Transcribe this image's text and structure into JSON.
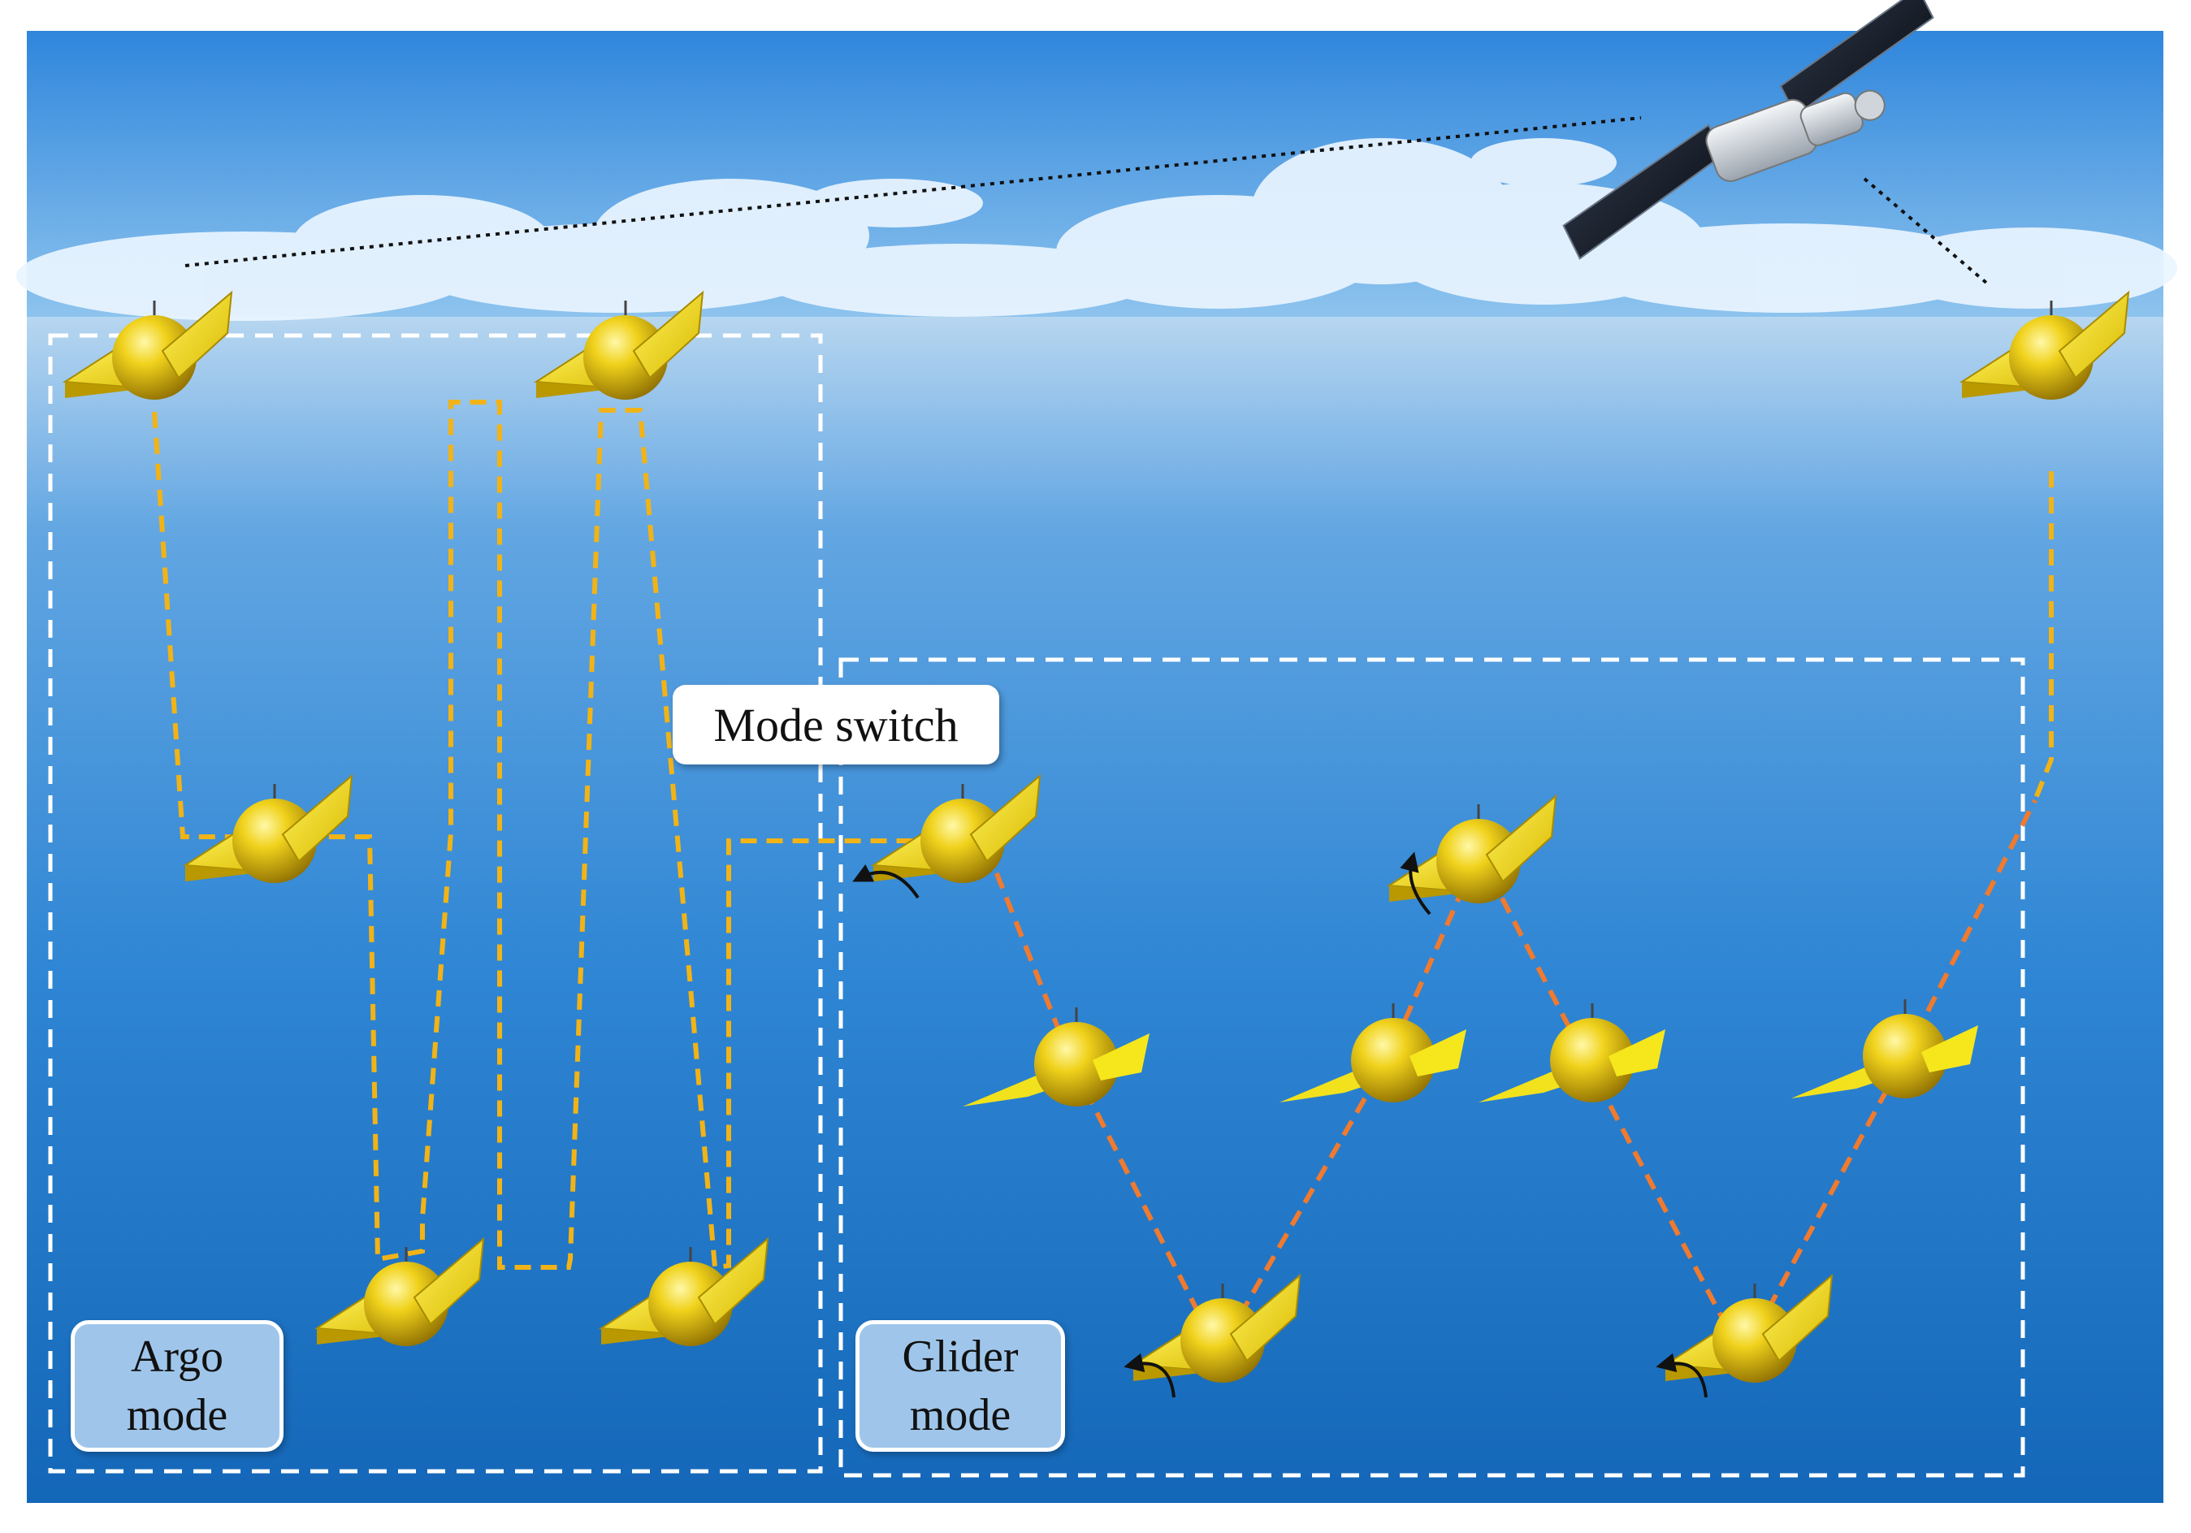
{
  "labels": {
    "mode_switch": "Mode switch",
    "argo": [
      "Argo",
      "mode"
    ],
    "glider": [
      "Glider",
      "mode"
    ]
  },
  "colors": {
    "argo_path": "#f2b316",
    "glider_path": "#f07a2e",
    "float_body": "#e8c51c",
    "float_wing": "#f4e41a",
    "mode_box_fill": "#9fc6ea",
    "sky": "#3a8fe0",
    "sea": "#1c73c6"
  },
  "icons": [
    "satellite-icon",
    "float-icon",
    "rotation-arrow-icon"
  ]
}
